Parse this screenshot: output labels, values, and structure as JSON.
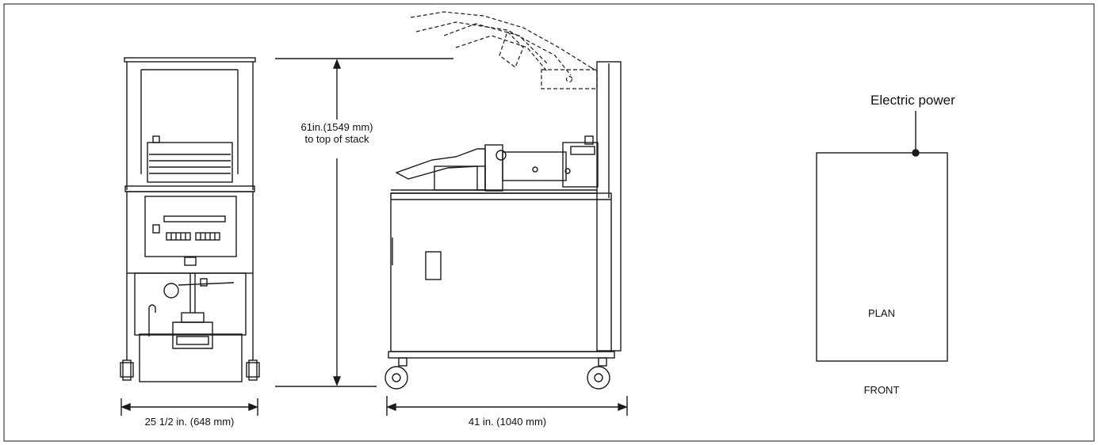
{
  "labels": {
    "height_line1": "61in.(1549 mm)",
    "height_line2": "to top of stack",
    "front_width": "25 1/2 in. (648 mm)",
    "side_depth": "41 in. (1040 mm)",
    "electric_power": "Electric power",
    "plan": "PLAN",
    "front": "FRONT"
  },
  "colors": {
    "line": "#1a1a1a",
    "background": "#ffffff"
  }
}
